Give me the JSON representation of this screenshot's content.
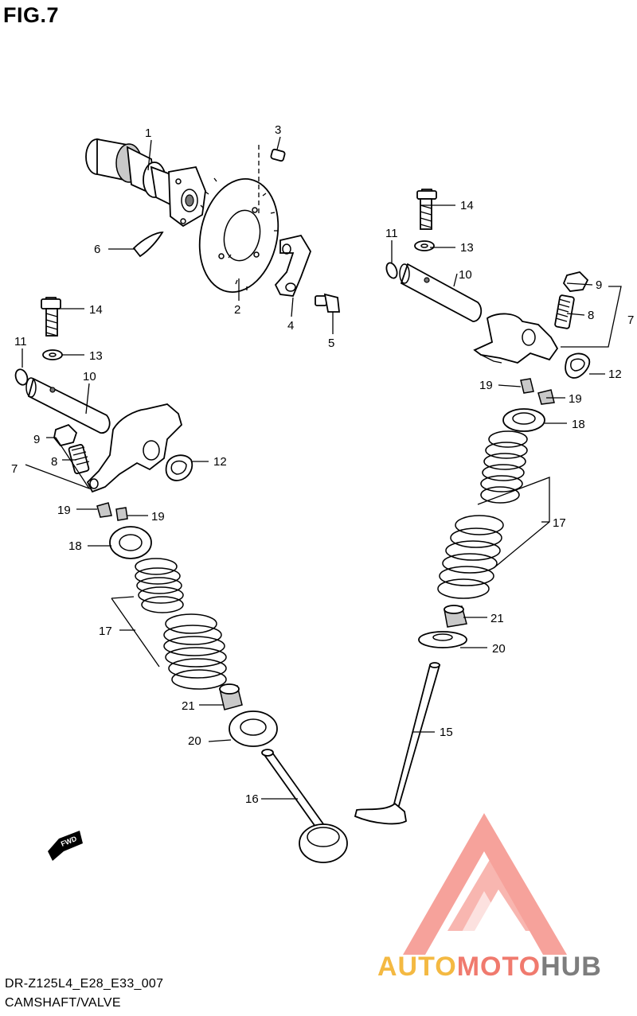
{
  "header": {
    "title": "FIG.7"
  },
  "footer": {
    "model_code": "DR-Z125L4_E28_E33_007",
    "section": "CAMSHAFT/VALVE"
  },
  "fwd_label": "FWD",
  "watermark": {
    "part1": "AUTO",
    "part2": "MOTO",
    "part3": "HUB",
    "color_auto": "#f4b942",
    "color_moto": "#f07a6e",
    "color_hub": "#7d7d7d",
    "logo_color": "#f4847a"
  },
  "callouts": {
    "c1": "1",
    "c2": "2",
    "c3": "3",
    "c4": "4",
    "c5": "5",
    "c6": "6",
    "c7l": "7",
    "c7r": "7",
    "c8l": "8",
    "c8r": "8",
    "c9l": "9",
    "c9r": "9",
    "c10l": "10",
    "c10r": "10",
    "c11l": "11",
    "c11r": "11",
    "c12l": "12",
    "c12r": "12",
    "c13l": "13",
    "c13r": "13",
    "c14l": "14",
    "c14r": "14",
    "c15": "15",
    "c16": "16",
    "c17l": "17",
    "c17r": "17",
    "c18l": "18",
    "c18r": "18",
    "c19a": "19",
    "c19b": "19",
    "c19c": "19",
    "c19d": "19",
    "c20l": "20",
    "c20r": "20",
    "c21l": "21",
    "c21r": "21"
  }
}
